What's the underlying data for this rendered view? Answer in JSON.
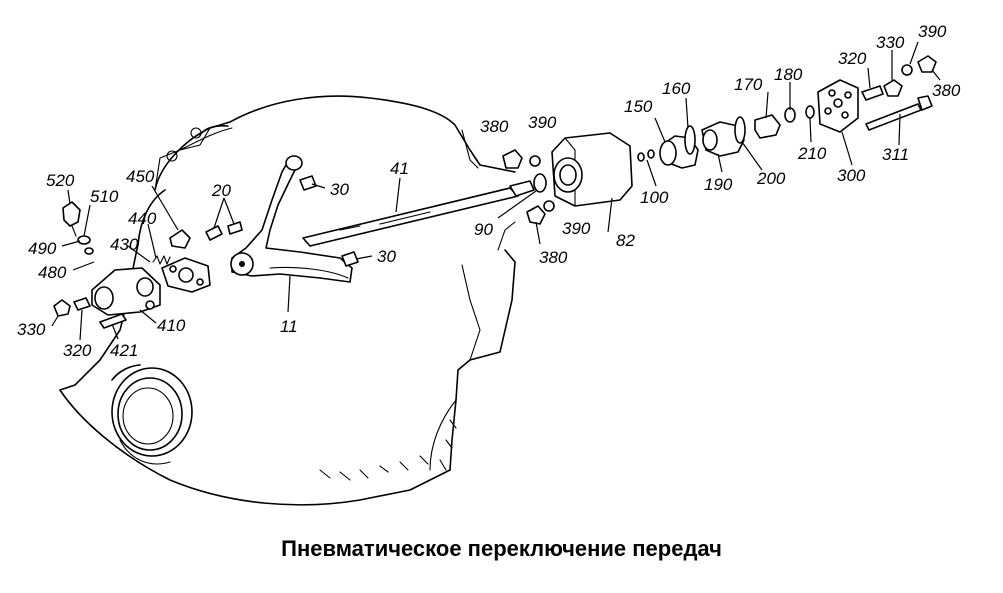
{
  "caption": "Пневматическое переключение передач",
  "labels": {
    "l520": "520",
    "l510": "510",
    "l490": "490",
    "l480": "480",
    "l450": "450",
    "l440": "440",
    "l430": "430",
    "l410": "410",
    "l421": "421",
    "l330a": "330",
    "l320a": "320",
    "l20": "20",
    "l30a": "30",
    "l30b": "30",
    "l11": "11",
    "l41": "41",
    "l90": "90",
    "l380a": "380",
    "l390a": "390",
    "l390b": "390",
    "l380b": "380",
    "l82": "82",
    "l100": "100",
    "l150": "150",
    "l160": "160",
    "l170": "170",
    "l180": "180",
    "l190": "190",
    "l200": "200",
    "l210": "210",
    "l300": "300",
    "l320b": "320",
    "l330b": "330",
    "l390c": "390",
    "l380c": "380",
    "l311": "311"
  }
}
